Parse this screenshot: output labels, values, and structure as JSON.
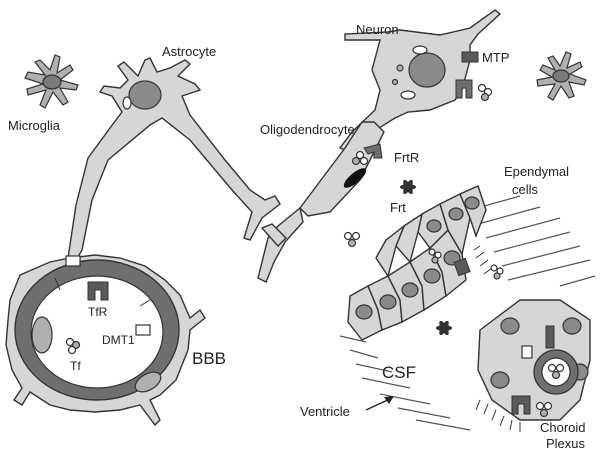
{
  "labels": {
    "neuron": "Neuron",
    "astrocyte": "Astrocyte",
    "microglia": "Microglia",
    "oligodendrocyte": "Oligodendrocyte",
    "mtp": "MTP",
    "frtr": "FrtR",
    "frt": "Frt",
    "ependymal_1": "Ependymal",
    "ependymal_2": "cells",
    "tfr": "TfR",
    "dmt1": "DMT1",
    "tf": "Tf",
    "bbb": "BBB",
    "csf": "CSF",
    "ventricle": "Ventricle",
    "choroid_1": "Choroid",
    "choroid_2": "Plexus"
  }
}
